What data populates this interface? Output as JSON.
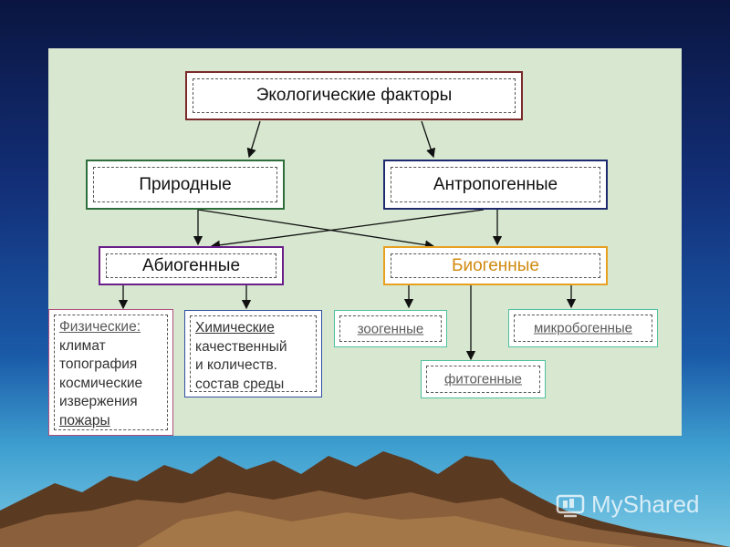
{
  "diagram": {
    "root": "Экологические факторы",
    "natural": "Природные",
    "anthropogenic": "Антропогенные",
    "abiogenic": "Абиогенные",
    "biogenic": "Биогенные",
    "physical": {
      "title": "Физические:",
      "items": [
        "климат",
        "топография",
        "космические",
        "извержения",
        "пожары"
      ]
    },
    "chemical": {
      "items": [
        "Химические",
        "качественный",
        "и количеств.",
        "состав среды"
      ]
    },
    "zoogenic": "зоогенные",
    "microbogenic": "микробогенные",
    "phytogenic": "фитогенные"
  },
  "colors": {
    "root_border": "#7a2a2a",
    "natural_border": "#2e6e3a",
    "anthropogenic_border": "#1d2a6e",
    "abiogenic_border": "#6a1e8a",
    "biogenic_border": "#e8a020",
    "physical_border": "#b05080",
    "chemical_border": "#3050a0",
    "green_teal_border": "#50c0a0"
  },
  "watermark": {
    "text": "MyShared"
  }
}
